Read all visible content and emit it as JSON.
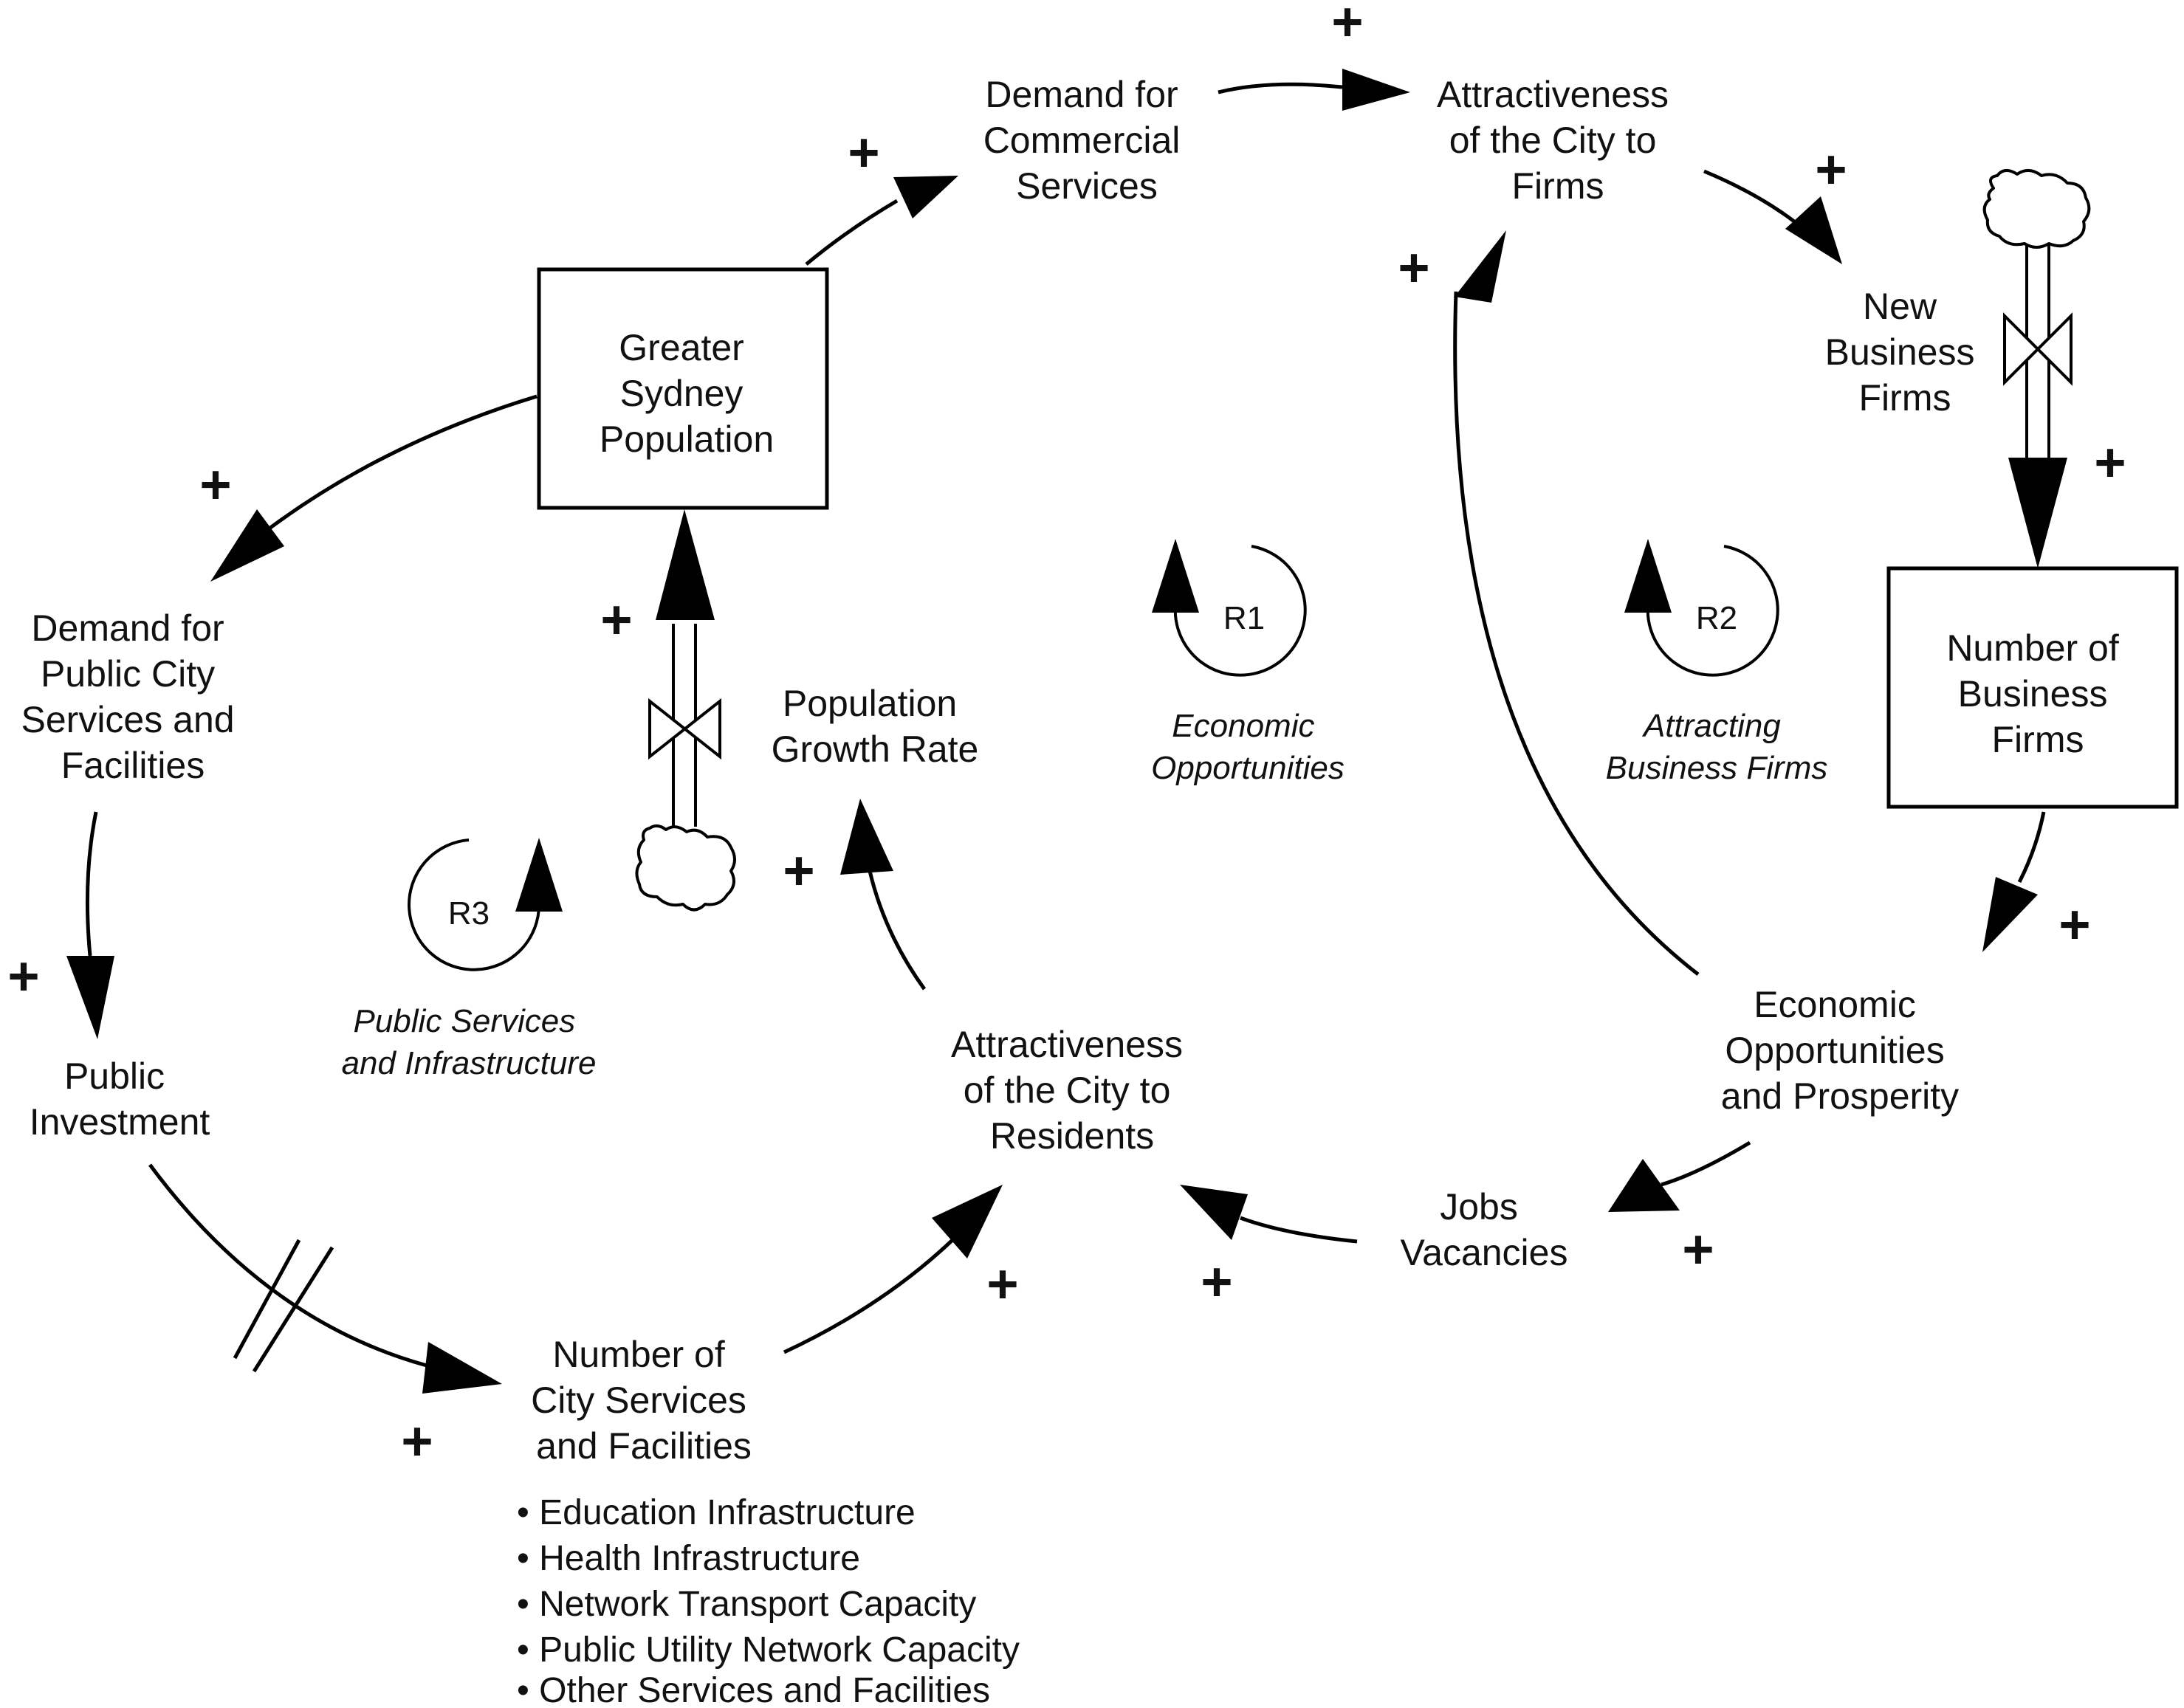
{
  "variables": {
    "greater_sydney_population": [
      "Greater",
      "Sydney",
      "Population"
    ],
    "demand_commercial_services": [
      "Demand for",
      "Commercial",
      "Services"
    ],
    "attractiveness_firms": [
      "Attractiveness",
      "of the City to",
      "Firms"
    ],
    "new_business_firms": [
      "New",
      "Business",
      "Firms"
    ],
    "number_business_firms": [
      "Number of",
      "Business",
      "Firms"
    ],
    "demand_public_services": [
      "Demand for",
      "Public City",
      "Services and",
      "Facilities"
    ],
    "public_investment": [
      "Public",
      "Investment"
    ],
    "population_growth_rate": [
      "Population",
      "Growth Rate"
    ],
    "attractiveness_residents": [
      "Attractiveness",
      "of the City to",
      "Residents"
    ],
    "economic_opportunities_prosperity": [
      "Economic",
      "Opportunities",
      "and Prosperity"
    ],
    "jobs_vacancies": [
      "Jobs",
      "Vacancies"
    ],
    "number_city_services": [
      "Number of",
      "City Services",
      "and Facilities"
    ]
  },
  "city_services_list": [
    "• Education Infrastructure",
    "• Health Infrastructure",
    "• Network Transport Capacity",
    "• Public Utility Network Capacity",
    "• Other Services and Facilities"
  ],
  "loops": {
    "r1": {
      "name": "R1",
      "label": [
        "Economic",
        "Opportunities"
      ]
    },
    "r2": {
      "name": "R2",
      "label": [
        "Attracting",
        "Business Firms"
      ]
    },
    "r3": {
      "name": "R3",
      "label": [
        "Public Services",
        "and Infrastructure"
      ]
    }
  },
  "polarity_sign": "+"
}
